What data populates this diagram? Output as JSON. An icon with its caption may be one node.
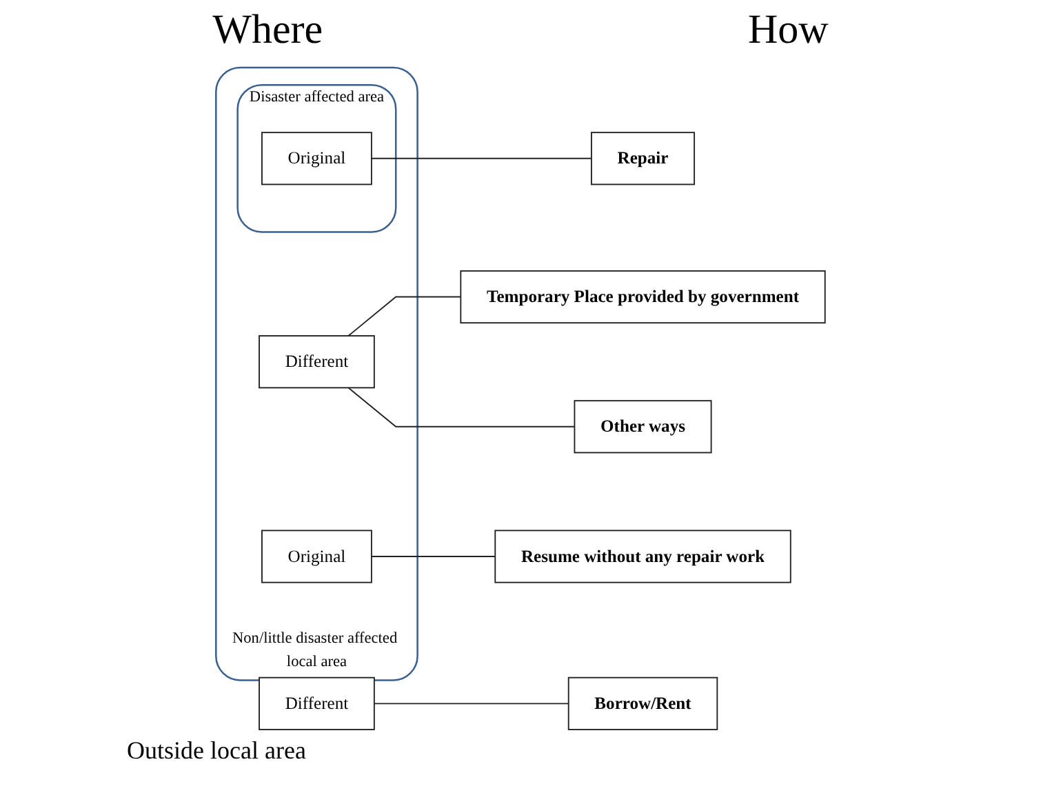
{
  "diagram": {
    "nodes": [
      {
        "text": [
          "Non/little disaster affected local area"
        ]
      },
      {
        "text": [
          "Disaster affected area"
        ],
        "in": 0
      },
      {
        "text": [
          "Original"
        ],
        "in": 1
      },
      {
        "text": [
          "Different"
        ],
        "in": 0
      },
      {
        "text": [
          "Original"
        ],
        "in": 0
      },
      {
        "text": [
          "Different"
        ],
        "beside": [
          "Outside local area"
        ]
      },
      {
        "text": [
          "Repair"
        ]
      },
      {
        "text": [
          "Temporary Place provided by government"
        ]
      },
      {
        "text": [
          "Other ways"
        ]
      },
      {
        "text": [
          "Resume without any repair work"
        ]
      },
      {
        "text": [
          "Borrow/Rent"
        ]
      }
    ],
    "edges": [
      {
        "from": 2,
        "to": 6,
        "arrow": "none"
      },
      {
        "from": 3,
        "to": 7,
        "arrow": "none"
      },
      {
        "from": 3,
        "to": 8,
        "arrow": "none"
      },
      {
        "from": 4,
        "to": 9,
        "arrow": "none"
      },
      {
        "from": 5,
        "to": 10,
        "arrow": "none"
      }
    ],
    "labels": [
      "Where",
      "How"
    ]
  }
}
